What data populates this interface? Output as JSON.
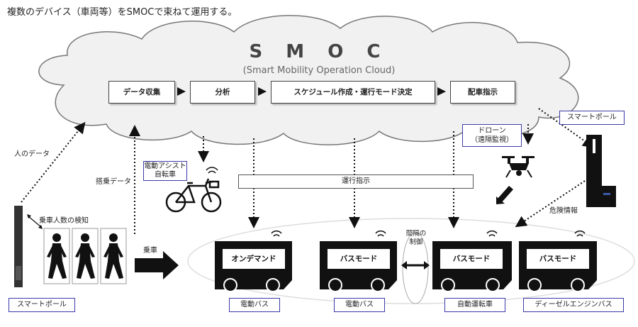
{
  "caption": "複数のデバイス（車両等）をSMOCで束ねて運用する。",
  "smoc": {
    "title": "S M O C",
    "subtitle": "(Smart Mobility Operation Cloud)",
    "steps": [
      "データ収集",
      "分析",
      "スケジュール作成・運行モード決定",
      "配車指示"
    ]
  },
  "labels": {
    "people_data": "人のデータ",
    "boarding_data": "搭乗データ",
    "count_detect": "乗車人数の検知",
    "boarding": "乗車",
    "operation_instr": "運行指示",
    "danger_info": "危険情報",
    "interval_control": [
      "間隔の",
      "制御"
    ]
  },
  "devices": {
    "smart_pole_left": "スマートポール",
    "smart_pole_right": "スマートポール",
    "ebike": [
      "電動アシスト",
      "自転車"
    ],
    "drone": [
      "ドローン",
      "（遠隔監視）"
    ]
  },
  "vehicles": [
    {
      "mode": "オンデマンド",
      "label": "電動バス"
    },
    {
      "mode": "バスモード",
      "label": "電動バス"
    },
    {
      "mode": "バスモード",
      "label": "自動運転車"
    },
    {
      "mode": "バスモード",
      "label": "ディーゼルエンジンバス"
    }
  ]
}
